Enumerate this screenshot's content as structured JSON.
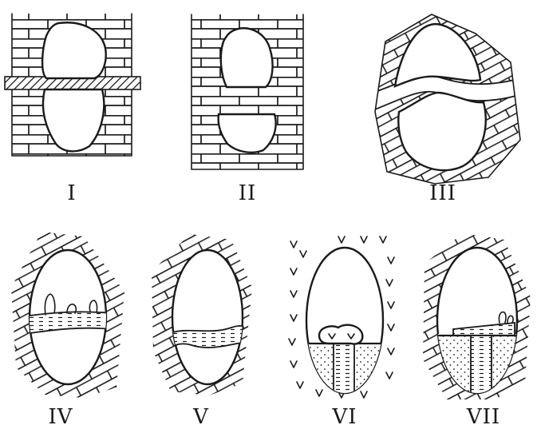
{
  "figure": {
    "panels": [
      {
        "id": "I",
        "label": "I"
      },
      {
        "id": "II",
        "label": "II"
      },
      {
        "id": "III",
        "label": "III"
      },
      {
        "id": "IV",
        "label": "IV"
      },
      {
        "id": "V",
        "label": "V"
      },
      {
        "id": "VI",
        "label": "VI"
      },
      {
        "id": "VII",
        "label": "VII"
      }
    ]
  }
}
